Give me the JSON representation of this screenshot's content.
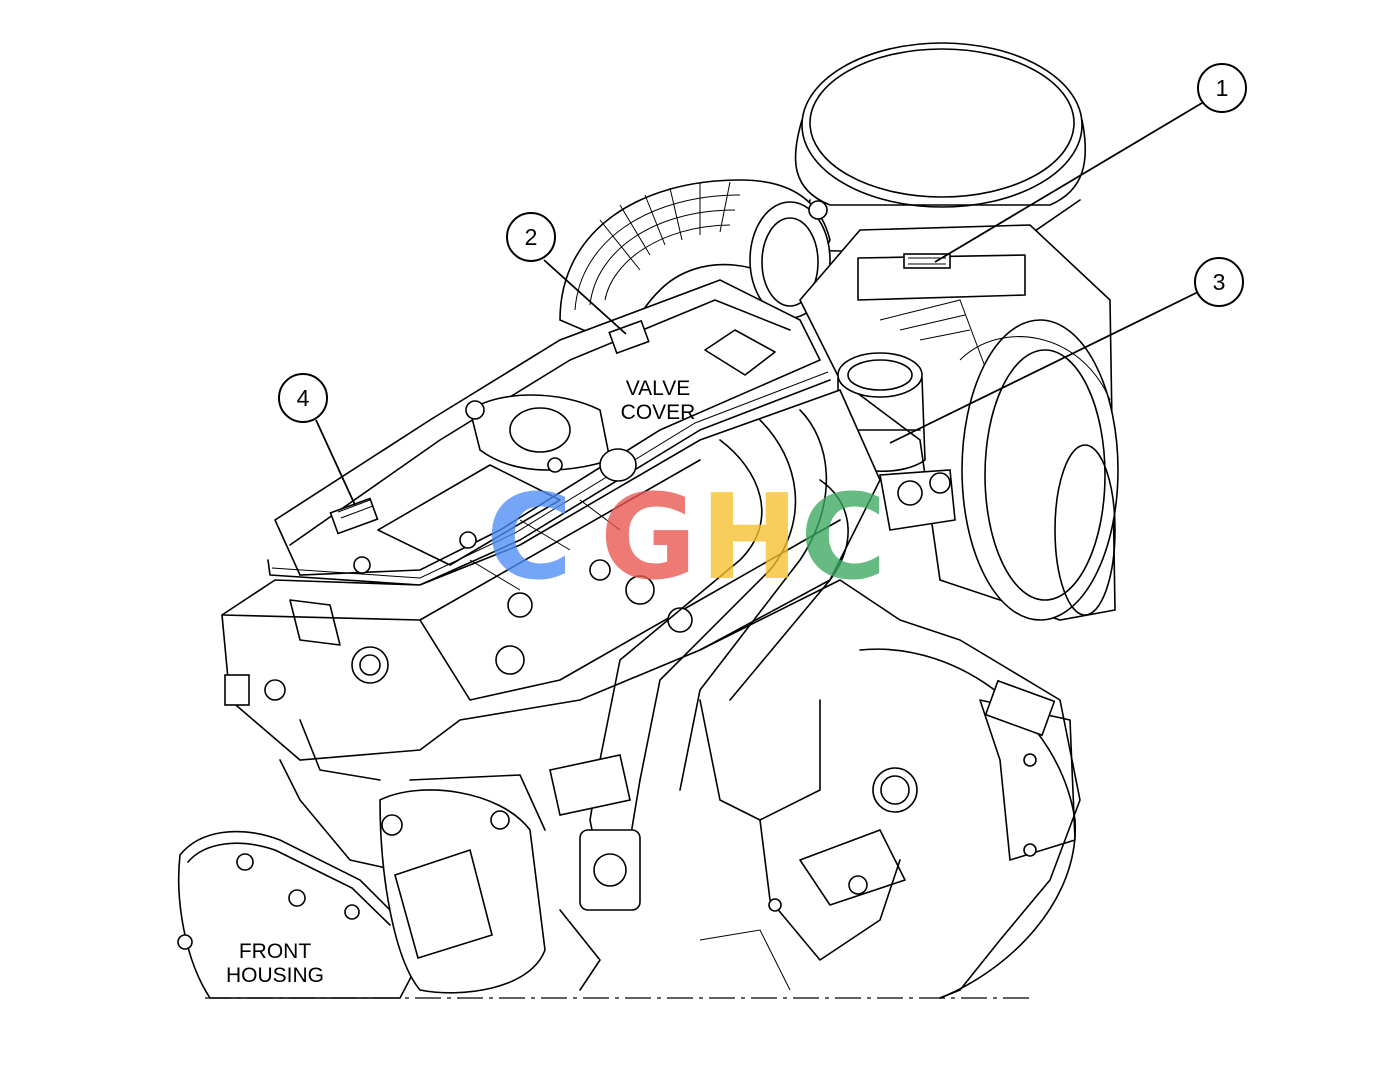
{
  "labels": {
    "valve_cover_line1": "VALVE",
    "valve_cover_line2": "COVER",
    "front_housing_line1": "FRONT",
    "front_housing_line2": "HOUSING"
  },
  "callouts": [
    {
      "number": "1"
    },
    {
      "number": "2"
    },
    {
      "number": "3"
    },
    {
      "number": "4"
    }
  ],
  "watermark": {
    "letters": [
      "C",
      "G",
      "H",
      "C"
    ],
    "colors": [
      "#4f8df5",
      "#e8554e",
      "#f6c02e",
      "#3aa85e"
    ]
  }
}
